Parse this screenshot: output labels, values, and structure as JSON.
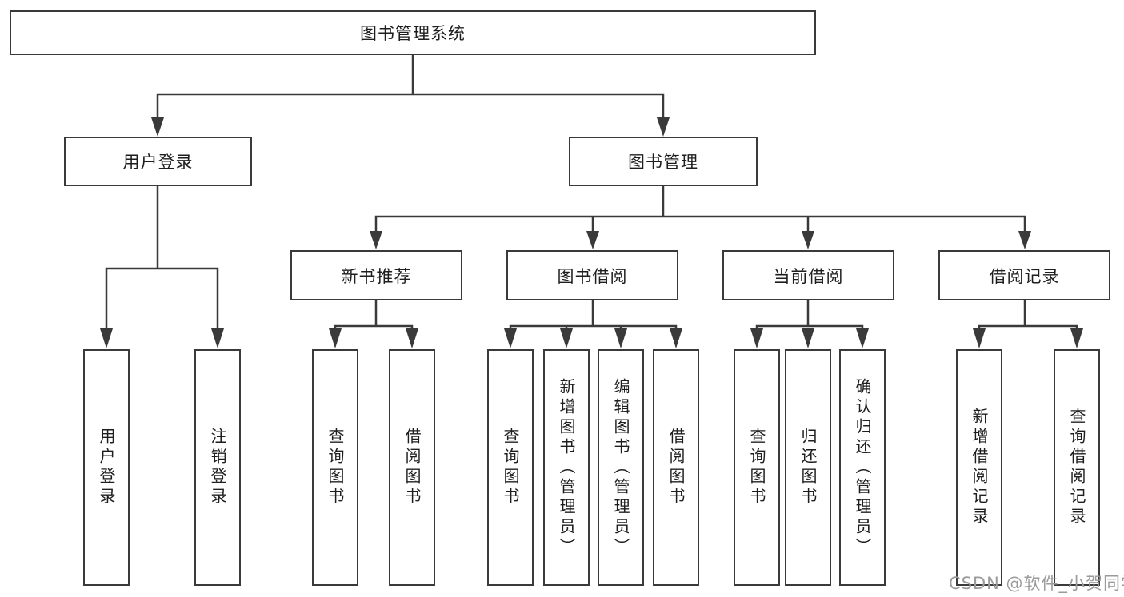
{
  "diagram": {
    "root": "图书管理系统",
    "level2": [
      "用户登录",
      "图书管理"
    ],
    "level3": [
      "新书推荐",
      "图书借阅",
      "当前借阅",
      "借阅记录"
    ],
    "leaves": {
      "user_login": [
        "用户登录",
        "注销登录"
      ],
      "new_book": [
        "查询图书",
        "借阅图书"
      ],
      "book_borrow": [
        "查询图书",
        "新增图书（管理员）",
        "编辑图书（管理员）",
        "借阅图书"
      ],
      "current_borrow": [
        "查询图书",
        "归还图书",
        "确认归还（管理员）"
      ],
      "borrow_record": [
        "新增借阅记录",
        "查询借阅记录"
      ]
    }
  },
  "watermark": {
    "text": "CSDN @软件_小贺同学",
    "color": "#9b9b9b"
  },
  "colors": {
    "line": "#3a3a3a",
    "box_border": "#3a3a3a",
    "background": "#ffffff",
    "text": "#1e1e1e"
  }
}
